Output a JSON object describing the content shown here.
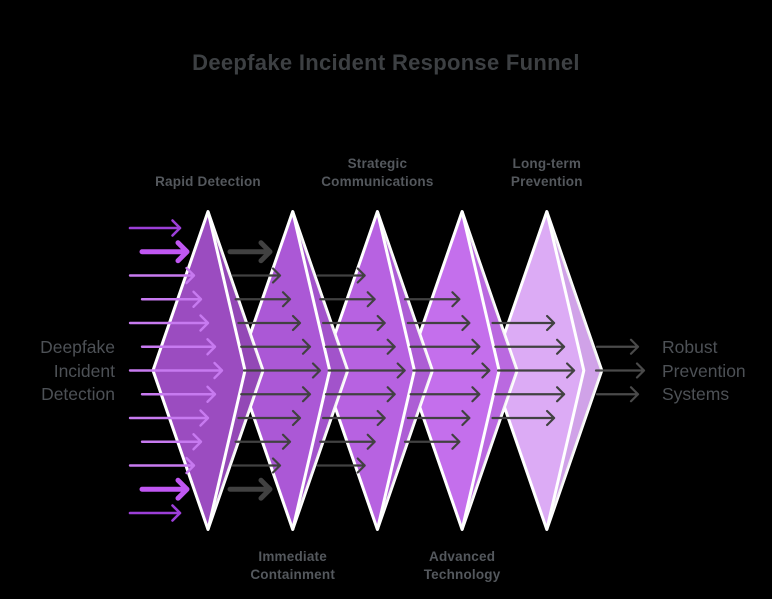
{
  "title": "Deepfake Incident Response Funnel",
  "funnel": {
    "input_label": "Deepfake Incident Detection",
    "output_label": "Robust Prevention Systems",
    "stages": [
      {
        "name": "Rapid Detection",
        "label_position": "top",
        "color": "#9b4cc0"
      },
      {
        "name": "Immediate Containment",
        "label_position": "bottom",
        "color": "#ab58d6"
      },
      {
        "name": "Strategic Communications",
        "label_position": "top",
        "color": "#b762e1"
      },
      {
        "name": "Advanced Technology",
        "label_position": "bottom",
        "color": "#c46fec"
      },
      {
        "name": "Long-term Prevention",
        "label_position": "top",
        "color": "#dcabf5"
      }
    ],
    "flow": {
      "input_arrow_count": 13,
      "gap_arrow_counts": [
        11,
        9,
        7,
        5
      ],
      "output_arrow_count": 3
    }
  },
  "colors": {
    "background": "#000000",
    "title_text": "#3d4043",
    "stage_label_text": "#54585d",
    "side_label_text": "#4d5156",
    "diamond_outline": "#ffffff",
    "input_arrow_thin": "#c77af0",
    "input_arrow_thick": "#c057f2",
    "input_arrow_edge": "#9c3fd8",
    "flow_arrow": "#414141",
    "output_arrow": "#4a4a4a"
  }
}
